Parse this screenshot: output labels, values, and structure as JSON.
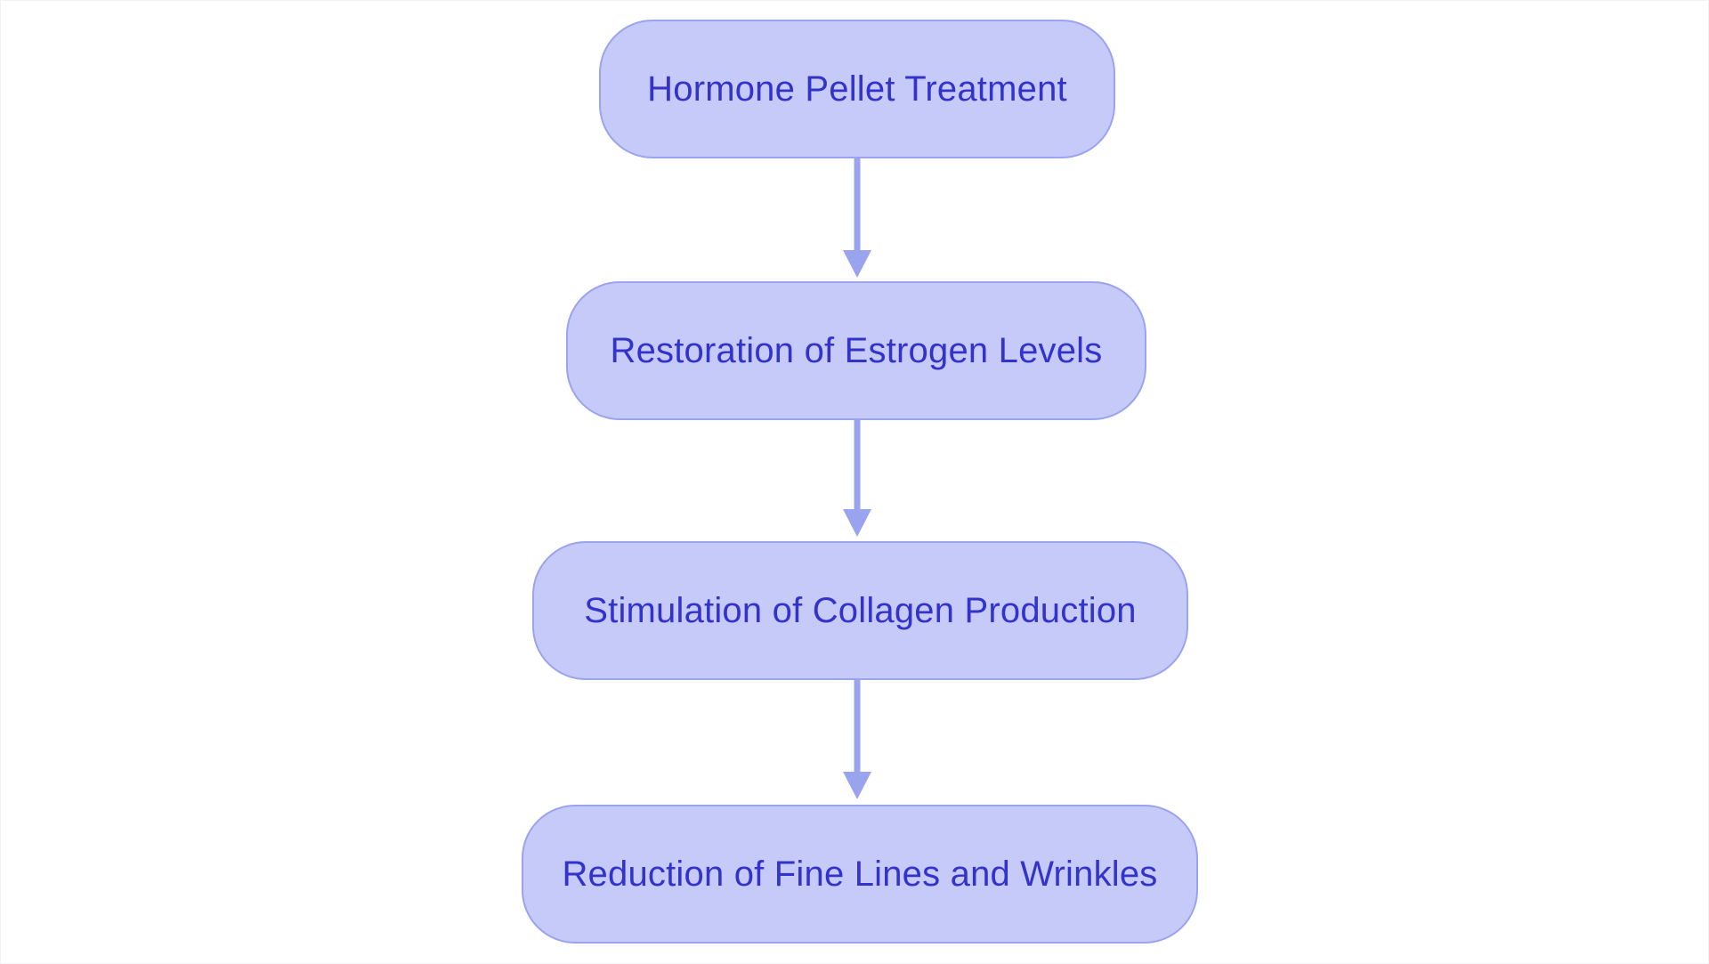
{
  "diagram": {
    "type": "flowchart",
    "orientation": "top-to-bottom",
    "background_color": "#ffffff",
    "node_fill_color": "#c6caf9",
    "node_border_color": "#9aa3ee",
    "node_text_color": "#3333cc",
    "edge_color": "#9aa3ee",
    "nodes": [
      {
        "id": "n1",
        "label": "Hormone Pellet Treatment"
      },
      {
        "id": "n2",
        "label": "Restoration of Estrogen Levels"
      },
      {
        "id": "n3",
        "label": "Stimulation of Collagen Production"
      },
      {
        "id": "n4",
        "label": "Reduction of Fine Lines and Wrinkles"
      }
    ],
    "edges": [
      {
        "from": "n1",
        "to": "n2",
        "label": "",
        "arrow": "arrow-down-icon"
      },
      {
        "from": "n2",
        "to": "n3",
        "label": "",
        "arrow": "arrow-down-icon"
      },
      {
        "from": "n3",
        "to": "n4",
        "label": "",
        "arrow": "arrow-down-icon"
      }
    ]
  }
}
